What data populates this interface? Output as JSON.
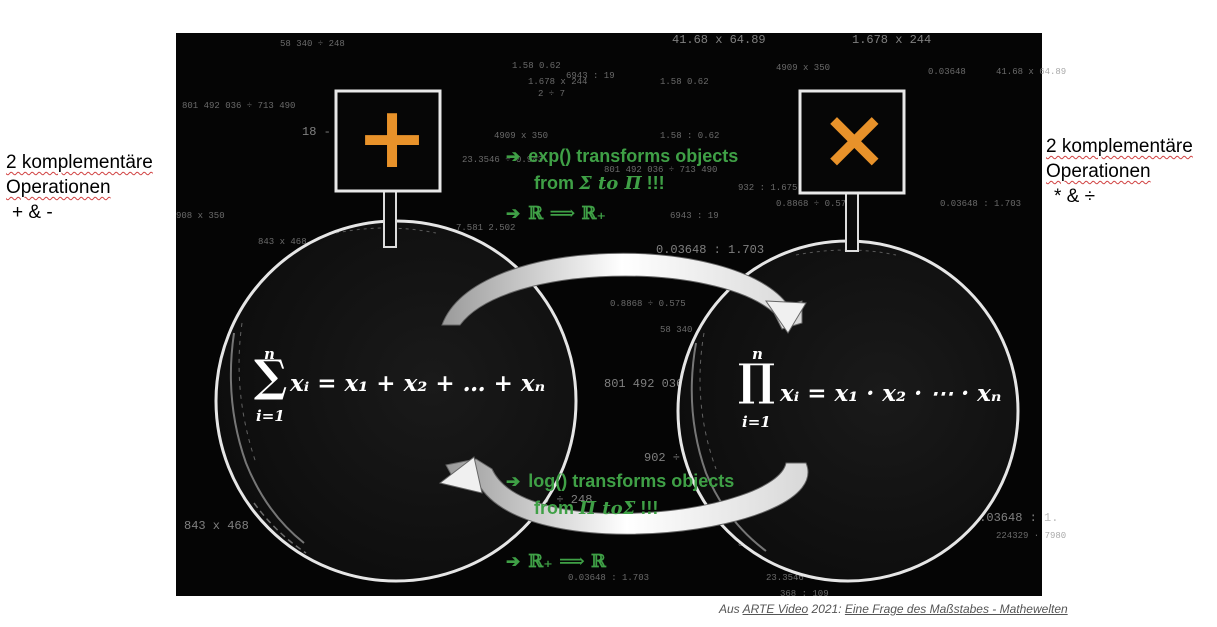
{
  "left_note": {
    "line1": "2 komplementäre",
    "line2": "Operationen",
    "line3": "+ & -"
  },
  "right_note": {
    "line1": "2 komplementäre",
    "line2": "Operationen",
    "line3": "* & ÷"
  },
  "signs": {
    "plus": "+",
    "times": "×"
  },
  "top_text": {
    "line1": "exp() transforms objects",
    "line2_prefix": "from ",
    "line2_math": "Σ to Π",
    "line2_suffix": " !!!",
    "line3": "ℝ ⟹ ℝ₊"
  },
  "bottom_text": {
    "line1": "log() transforms objects",
    "line2_prefix": "from ",
    "line2_math": "Π toΣ",
    "line2_suffix": " !!!",
    "line3": "ℝ₊ ⟹ ℝ"
  },
  "formulas": {
    "sum_symbol": "∑",
    "sum_upper": "n",
    "sum_lower": "i=1",
    "sum_body": "xᵢ =  x₁ + x₂ +  … + xₙ",
    "prod_symbol": "∏",
    "prod_upper": "n",
    "prod_lower": "i=1",
    "prod_body": "xᵢ = x₁ · x₂ · ⋯ · xₙ"
  },
  "background_numbers": [
    "58 340 ÷ 248",
    "1.58 0.62",
    "41.68 x 64.89",
    "1.678 x 244",
    "6943 : 19",
    "1.678 x 244",
    "4909 x 350",
    "1.58 0.62",
    "0.03648",
    "41.68 x 64.89",
    "801 492 036 ÷ 713 490",
    "18 - 6",
    "2 ÷ 7",
    "4909 x 350",
    "1.58 : 0.62",
    "23.3546 ÷ 0.943",
    "801 492 036 ÷ 713 490",
    "932 : 1.675",
    "6943 : 19",
    "0.03648 : 1.703",
    "908 x 350",
    "843 x 468",
    "0.03648 : 1.703",
    "6943 : 19",
    "58 340",
    "801 492 036 ÷ 713",
    "58 340 ÷ 248",
    "902 ÷ 26",
    "843 x 468",
    "0.03648 : 1.",
    "23.3546 ÷ 0.943",
    "368 : 109",
    "0.03648 : 1.703",
    "0.8868 ÷ 0.575",
    "7.581 2.502",
    "0.8868 ÷ 0.575",
    "224329 · 7980",
    "843"
  ],
  "caption": {
    "prefix": "Aus ",
    "link1": "ARTE Video",
    "middle": " 2021: ",
    "link2": "Eine Frage des Maßstabes - Mathewelten"
  }
}
